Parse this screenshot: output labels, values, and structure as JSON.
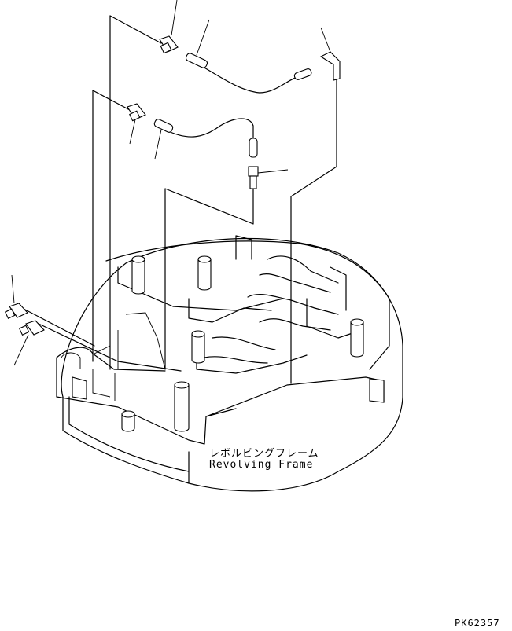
{
  "labels": {
    "frame_jp": "レボルビングフレーム",
    "frame_en": "Revolving Frame",
    "part_code": "PK62357"
  }
}
